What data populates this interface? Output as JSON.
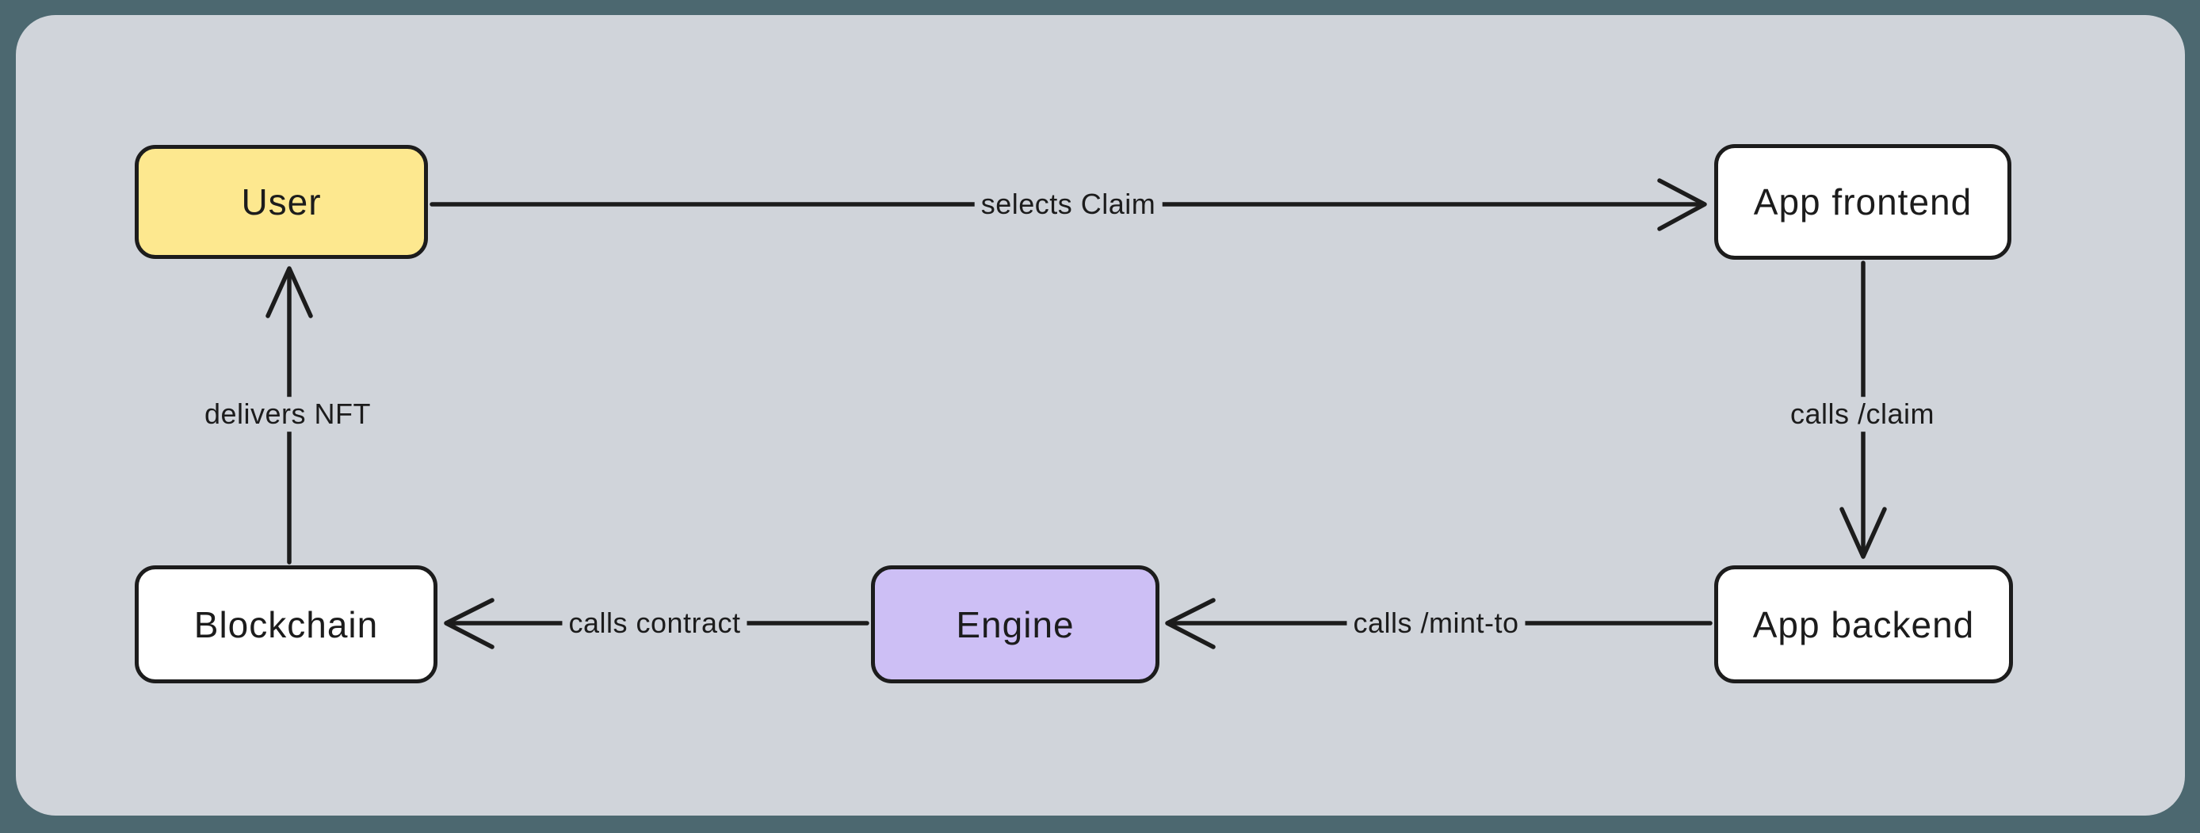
{
  "diagram": {
    "type": "flow-diagram",
    "style": "hand-drawn",
    "nodes": [
      {
        "id": "user",
        "label": "User",
        "fill": "#fde88f"
      },
      {
        "id": "app-frontend",
        "label": "App frontend",
        "fill": "#ffffff"
      },
      {
        "id": "app-backend",
        "label": "App backend",
        "fill": "#ffffff"
      },
      {
        "id": "engine",
        "label": "Engine",
        "fill": "#cdbff5"
      },
      {
        "id": "blockchain",
        "label": "Blockchain",
        "fill": "#ffffff"
      }
    ],
    "edges": [
      {
        "from": "user",
        "to": "app-frontend",
        "label": "selects Claim",
        "direction": "right"
      },
      {
        "from": "app-frontend",
        "to": "app-backend",
        "label": "calls /claim",
        "direction": "down"
      },
      {
        "from": "app-backend",
        "to": "engine",
        "label": "calls /mint-to",
        "direction": "left"
      },
      {
        "from": "engine",
        "to": "blockchain",
        "label": "calls contract",
        "direction": "left"
      },
      {
        "from": "blockchain",
        "to": "user",
        "label": "delivers NFT",
        "direction": "up"
      }
    ]
  },
  "colors": {
    "frame": "#4c6870",
    "canvas": "#d0d4da",
    "stroke": "#1c1c1c",
    "user_fill": "#fde88f",
    "engine_fill": "#cdbff5",
    "node_fill": "#ffffff"
  }
}
